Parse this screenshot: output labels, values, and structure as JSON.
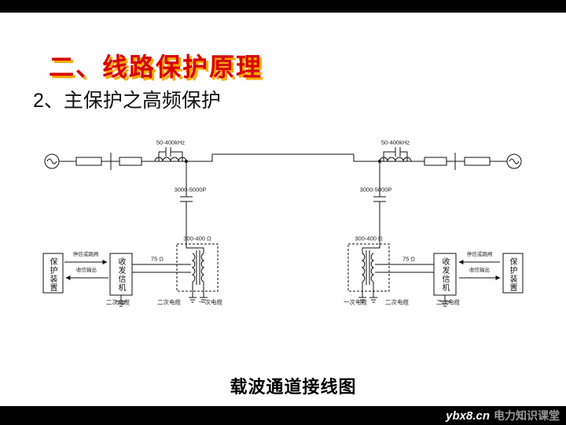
{
  "slide": {
    "title": "二、线路保护原理",
    "subtitle": "2、主保护之高频保护",
    "caption": "载波通道接线图"
  },
  "footer": {
    "brand": "ybx8.cn",
    "site_name": "电力知识课堂"
  },
  "colors": {
    "title_red": "#d80000",
    "title_shadow": "#ffaa00",
    "bar_black": "#000000",
    "footer_gray": "#999999"
  },
  "diagram": {
    "wave_trap_freq": "50-400kHz",
    "coupling_cap_value": "3000-5000P",
    "filter_impedance": "300-400 Ω",
    "coax_impedance": "75 Ω",
    "signal_to_transceiver": "停信或跳闸",
    "signal_output": "收信输出",
    "protection_device": "保护装置",
    "transceiver": "收发信机",
    "cable_labels": [
      "二次电缆",
      "二次电缆",
      "一次电缆",
      "一次电缆",
      "二次电缆",
      "二次电缆"
    ]
  }
}
